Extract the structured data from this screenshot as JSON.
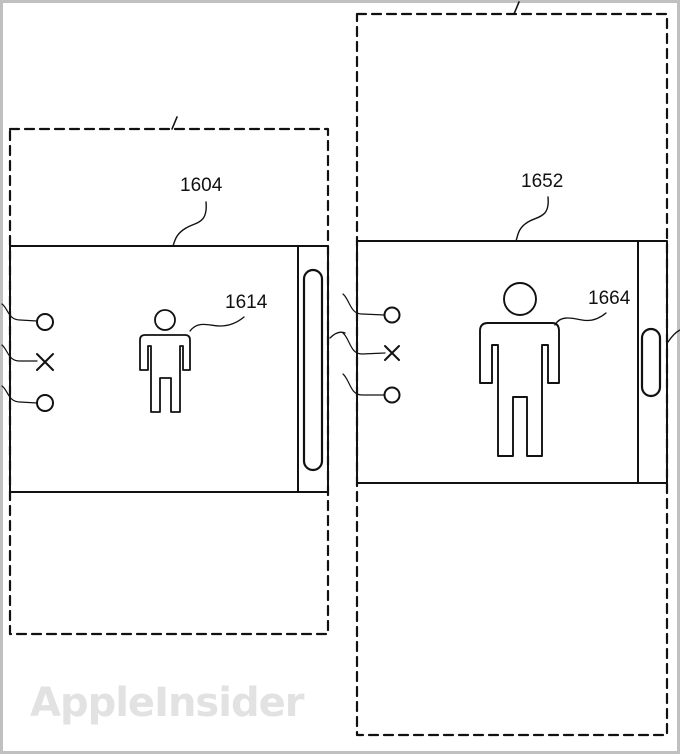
{
  "figure": {
    "type": "patent-drawing",
    "watermark": "AppleInsider",
    "stroke_color": "#111111",
    "frame_color": "#c0c0c0",
    "watermark_color": "#e2e2e2"
  },
  "left_device": {
    "display_ref": "1604",
    "figure_ref": "1614",
    "controls": [
      {
        "icon": "circle-icon"
      },
      {
        "icon": "x-icon"
      },
      {
        "icon": "circle-icon"
      }
    ],
    "person_icon": "person-icon-small",
    "scrollbar": "tall-pill"
  },
  "right_device": {
    "display_ref": "1652",
    "figure_ref": "1664",
    "controls": [
      {
        "icon": "circle-icon"
      },
      {
        "icon": "x-icon"
      },
      {
        "icon": "circle-icon"
      }
    ],
    "person_icon": "person-icon-large",
    "scrollbar": "short-pill"
  }
}
